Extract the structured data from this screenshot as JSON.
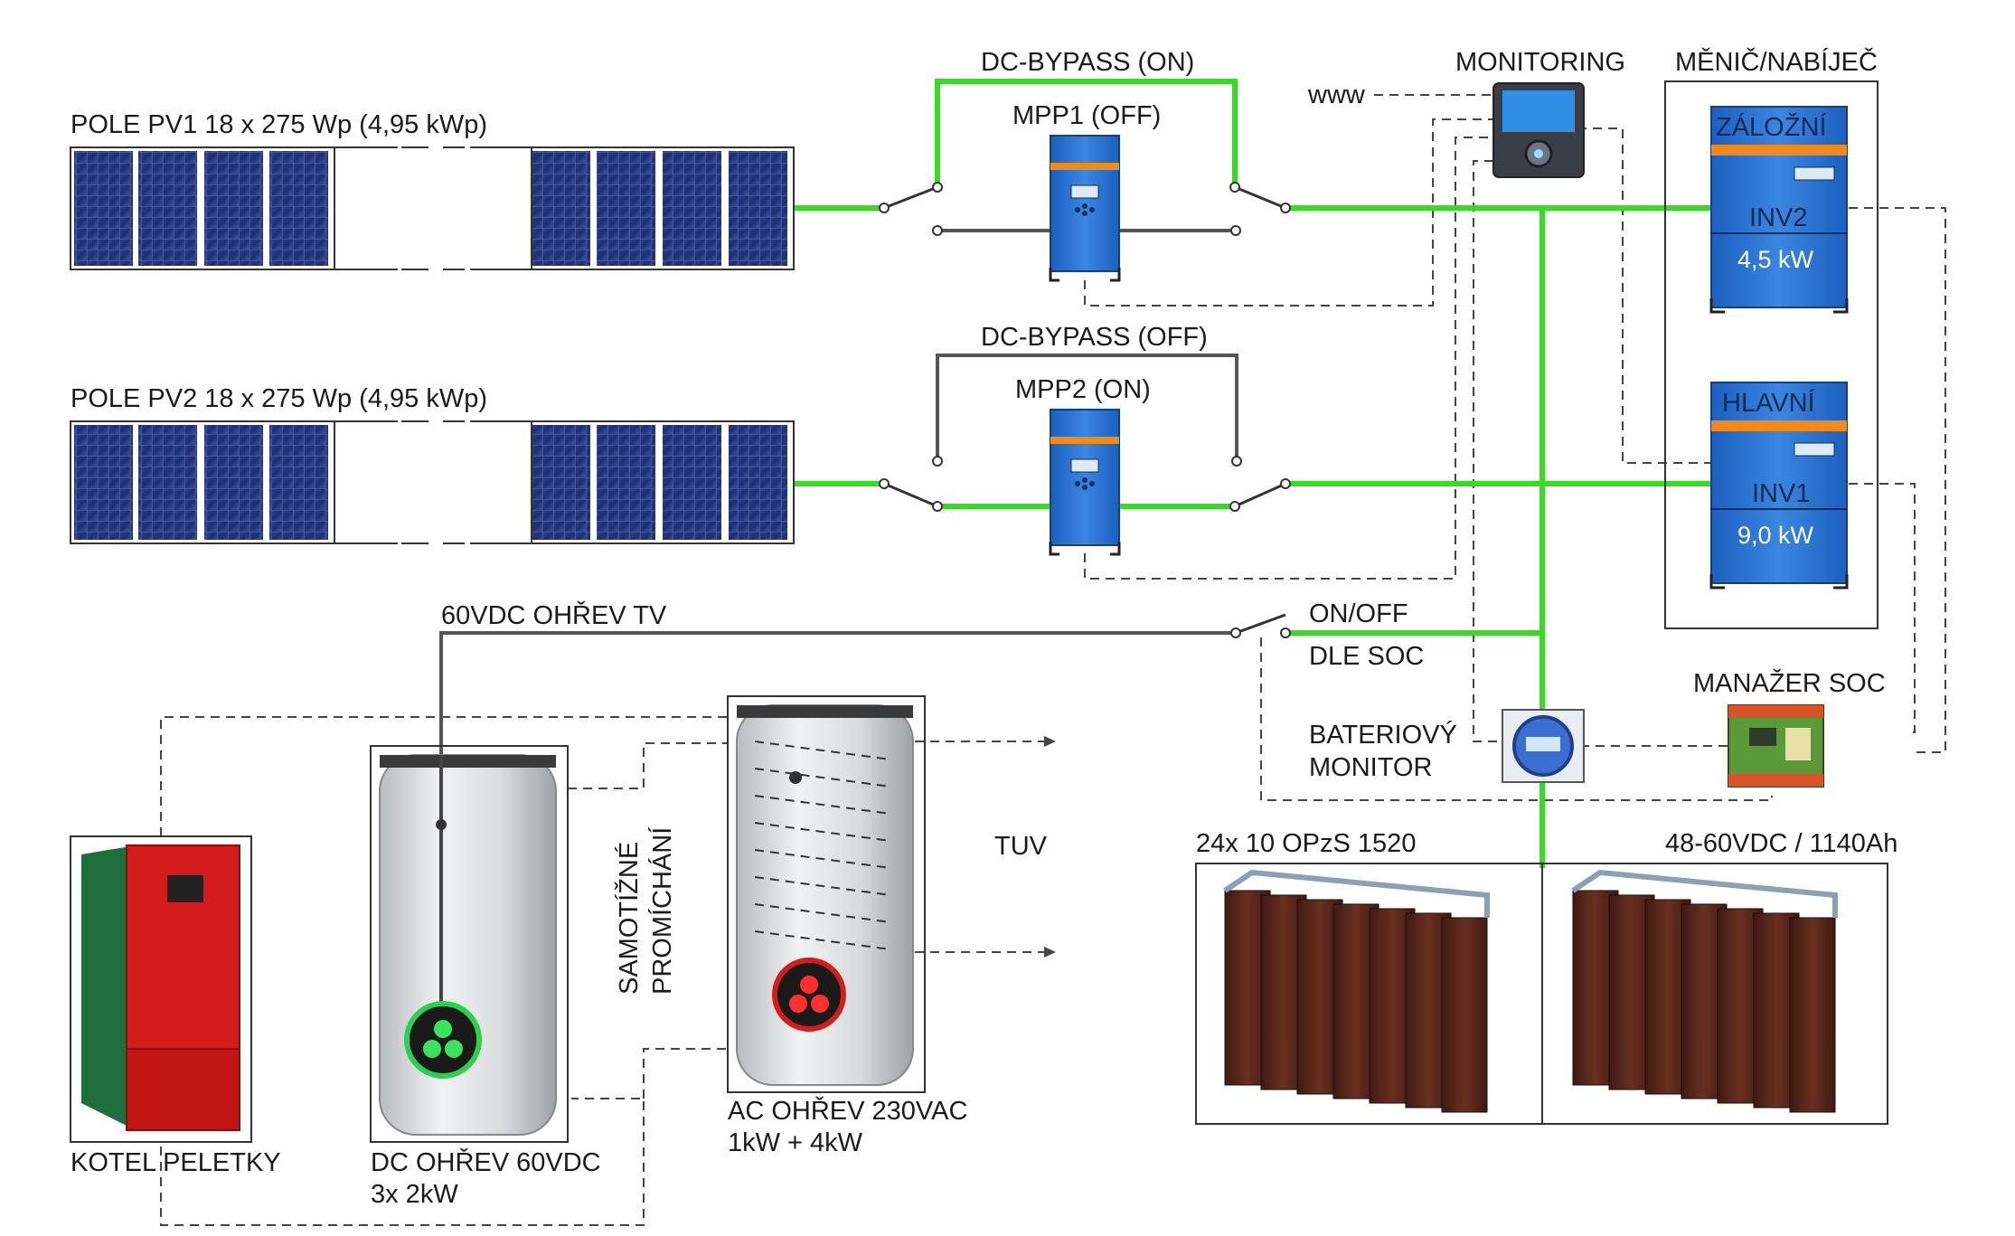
{
  "pv_arrays": [
    {
      "id": "pv1",
      "label": "POLE PV1 18 x 275 Wp (4,95 kWp)"
    },
    {
      "id": "pv2",
      "label": "POLE PV2 18 x 275 Wp (4,95 kWp)"
    }
  ],
  "bypass": {
    "top": "DC-BYPASS (ON)",
    "bottom": "DC-BYPASS (OFF)"
  },
  "mppt": {
    "mpp1": "MPP1 (OFF)",
    "mpp2": "MPP2 (ON)"
  },
  "monitoring": {
    "title": "MONITORING",
    "www": "www"
  },
  "inverters": {
    "group_title": "MĚNIČ/NABÍJEČ",
    "inv2": {
      "role": "ZÁLOŽNÍ",
      "name": "INV2",
      "power": "4,5 kW"
    },
    "inv1": {
      "role": "HLAVNÍ",
      "name": "INV1",
      "power": "9,0 kW"
    }
  },
  "heating": {
    "dc_line": "60VDC OHŘEV TV",
    "switch_line1": "ON/OFF",
    "switch_line2": "DLE SOC",
    "mixing_line1": "SAMOTÍŽNÉ",
    "mixing_line2": "PROMÍCHÁNÍ",
    "tuv": "TUV",
    "boiler": "KOTEL PELETKY",
    "dc_tank_line1": "DC OHŘEV 60VDC",
    "dc_tank_line2": "3x 2kW",
    "ac_tank_line1": "AC OHŘEV 230VAC",
    "ac_tank_line2": "1kW + 4kW"
  },
  "battery": {
    "monitor_line1": "BATERIOVÝ",
    "monitor_line2": "MONITOR",
    "soc_manager": "MANAŽER SOC",
    "bank_left": "24x 10 OPzS 1520",
    "bank_right": "48-60VDC / 1140Ah"
  },
  "colors": {
    "dc_bus": "#33dd22",
    "inactive_wire": "#555555",
    "device_blue": "#2a6fc9",
    "tank_red": "#d41c1c",
    "boiler_green": "#1f6e3c"
  }
}
